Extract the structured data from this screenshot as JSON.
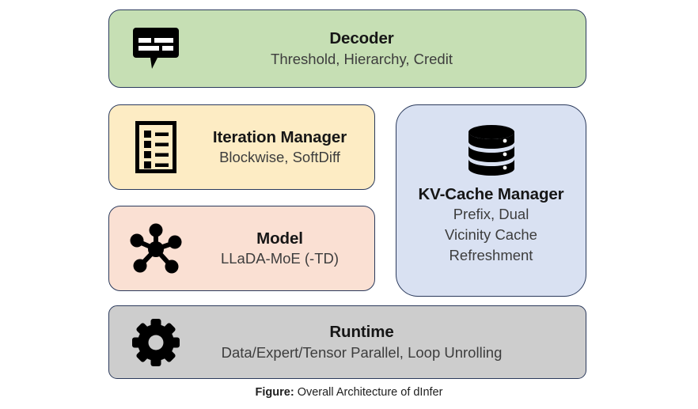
{
  "figure": {
    "caption_label": "Figure:",
    "caption_text": " Overall Architecture of dInfer"
  },
  "colors": {
    "decoder_fill": "#c6dfb4",
    "iteration_fill": "#fdecc4",
    "model_fill": "#fae0d3",
    "kv_fill": "#d9e1f2",
    "runtime_fill": "#cdcdcd",
    "border": "#2b3a5c",
    "title_text": "#161616",
    "sub_text": "#3d3d3d"
  },
  "blocks": {
    "decoder": {
      "title": "Decoder",
      "subtitle": "Threshold, Hierarchy, Credit",
      "icon": "speech-bubble-subtitle-icon"
    },
    "iteration_manager": {
      "title": "Iteration Manager",
      "subtitle": "Blockwise, SoftDiff",
      "icon": "checklist-icon"
    },
    "model": {
      "title": "Model",
      "subtitle": "LLaDA-MoE (-TD)",
      "icon": "network-hub-icon"
    },
    "kv_cache_manager": {
      "title": "KV-Cache Manager",
      "subtitle_line1": "Prefix, Dual",
      "subtitle_line2": "Vicinity Cache",
      "subtitle_line3": "Refreshment",
      "icon": "database-icon"
    },
    "runtime": {
      "title": "Runtime",
      "subtitle": "Data/Expert/Tensor Parallel, Loop Unrolling",
      "icon": "gear-icon"
    }
  }
}
